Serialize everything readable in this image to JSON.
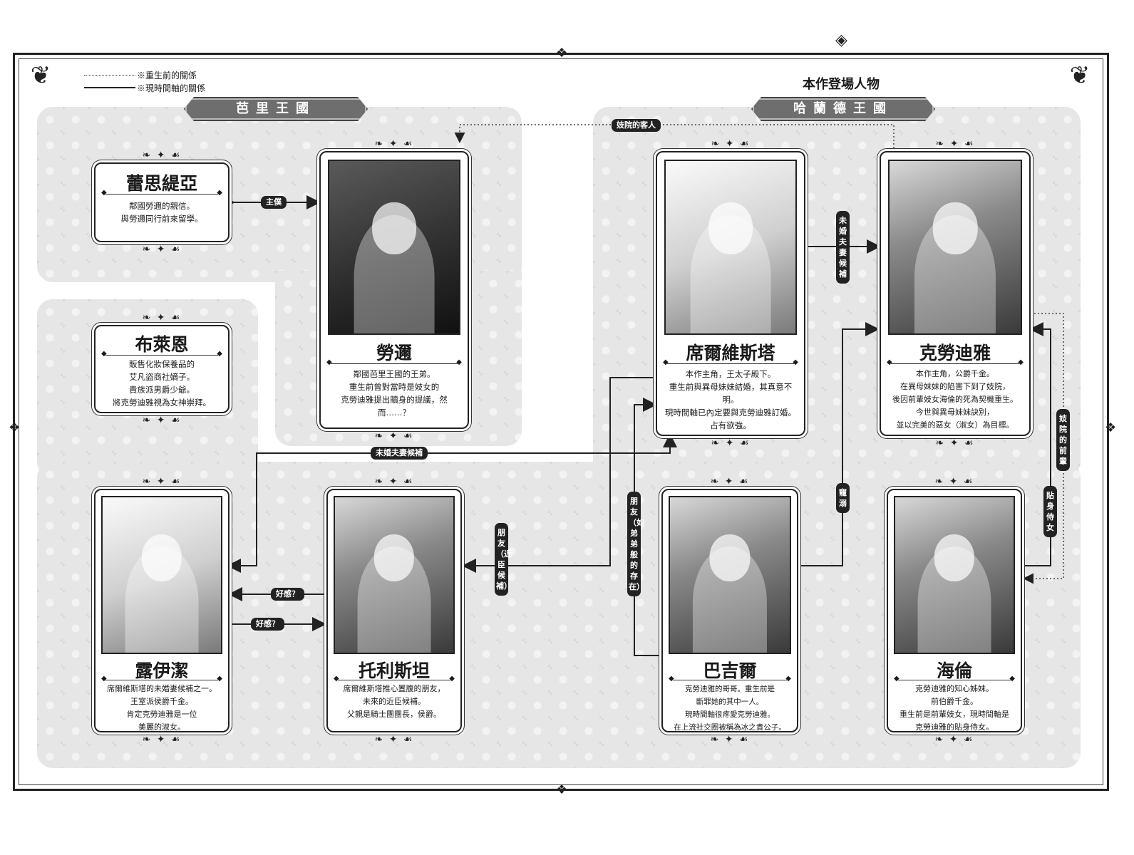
{
  "legend": {
    "dotted_label": "※重生前的關係",
    "solid_label": "※現時間軸的關係"
  },
  "page_title": "本作登場人物",
  "kingdoms": {
    "left": "芭里王國",
    "right": "哈蘭德王國"
  },
  "characters": {
    "lethia": {
      "name": "蕾思緹亞",
      "desc": "鄰國勞邇的親信。\n與勞邇同行前來留學。"
    },
    "bryan": {
      "name": "布萊恩",
      "desc": "販售化妝保養品的\n艾凡盜商社嫡子。\n貴族派男爵少爺。\n將克勞迪雅視為女神崇拜。"
    },
    "lauren": {
      "name": "勞邇",
      "desc": "鄰國芭里王國的王弟。\n重生前曾對當時是妓女的\n克勞迪雅提出贖身的提議，然而……？"
    },
    "sylvester": {
      "name": "席爾維斯塔",
      "desc": "本作主角，王太子殿下。\n重生前與異母妹妹結婚，其真意不明。\n現時間軸已內定要與克勞迪雅訂婚。\n占有欲強。"
    },
    "claudia": {
      "name": "克勞迪雅",
      "desc": "本作主角，公爵千金。\n在異母妹妹的陷害下到了妓院，\n後因前輩妓女海倫的死為契機重生。\n今世與異母妹妹訣別，\n並以完美的惡女（淑女）為目標。"
    },
    "louise": {
      "name": "露伊潔",
      "desc": "席爾維斯塔的未婚妻候補之一。\n王室派侯爵千金。\n肯定克勞迪雅是一位\n美麗的淑女。"
    },
    "tristan": {
      "name": "托利斯坦",
      "desc": "席爾維斯塔推心置腹的朋友，\n未來的近臣候補。\n父親是騎士團團長，侯爵。"
    },
    "bagir": {
      "name": "巴吉爾",
      "desc": "克勞迪雅的哥哥。重生前是\n斷罪她的其中一人。\n現時間軸很疼愛克勞迪雅。\n在上流社交圈被稱為冰之貴公子。"
    },
    "helen": {
      "name": "海倫",
      "desc": "克勞迪雅的知心姊妹。\n前伯爵千金。\n重生前是前輩妓女，現時間軸是\n克勞迪雅的貼身侍女。"
    }
  },
  "relations": {
    "master_servant": "主僕",
    "brothel_client": "妓院的客人",
    "fiance_candidate_top": "未婚夫妻候補",
    "fiance_candidate_mid": "未婚夫妻候補",
    "friend_aide": "朋友（近臣候補）",
    "friend_brother": "朋友（如弟弟般的存在）",
    "doting": "寵溺",
    "senior_brothel": "妓院的前輩",
    "personal_maid": "貼身侍女",
    "goodwill_1": "好感？",
    "goodwill_2": "好感？"
  },
  "icons": {
    "corner": "fleur-ornament",
    "top_diamond": "diamond-ornament"
  }
}
